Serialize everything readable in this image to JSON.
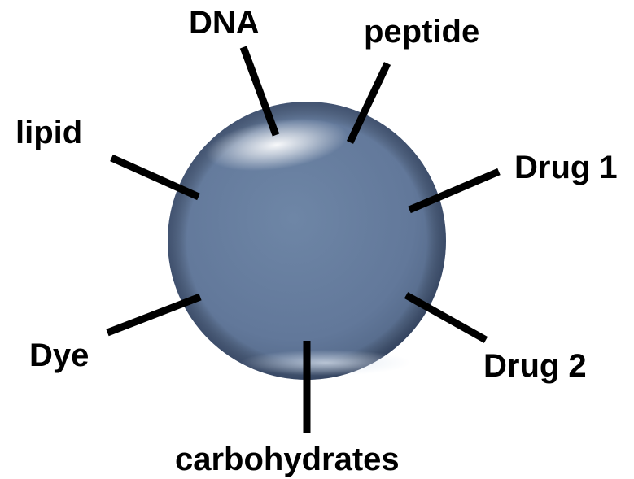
{
  "diagram": {
    "core_color": "#6b819f",
    "line_color": "#000000",
    "labels": {
      "dna": "DNA",
      "peptide": "peptide",
      "lipid": "lipid",
      "drug1": "Drug 1",
      "dye": "Dye",
      "drug2": "Drug 2",
      "carbohydrates": "carbohydrates"
    }
  }
}
